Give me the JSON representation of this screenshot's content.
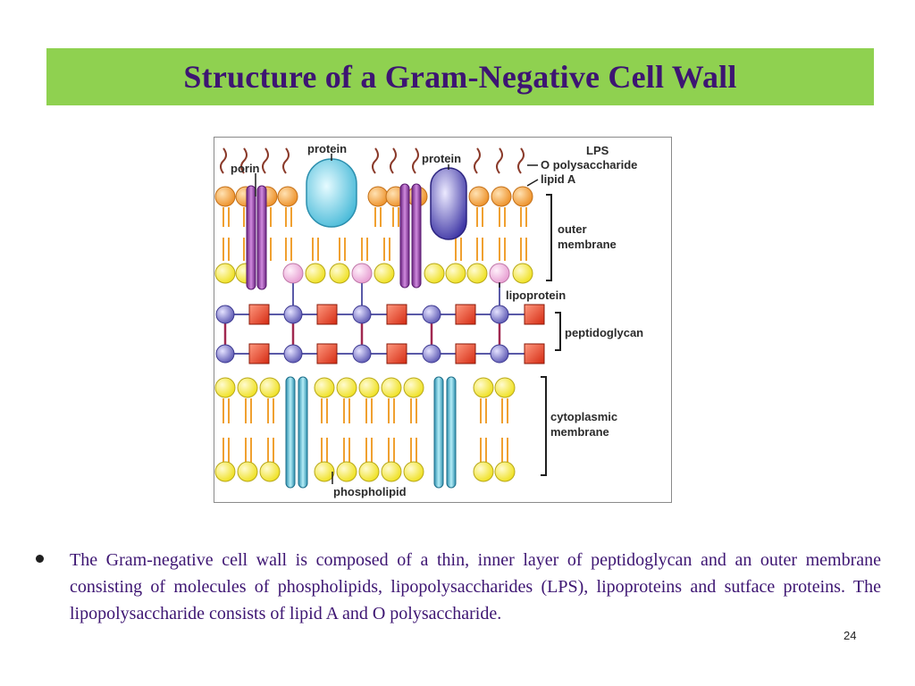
{
  "slide": {
    "title": "Structure of a Gram-Negative Cell Wall",
    "bullet": "The Gram-negative cell wall is composed of a thin, inner layer of peptidoglycan and an outer membrane consisting of molecules of phospholipids, lipopolysaccharides (LPS), lipoproteins and sutface proteins. The lipopolysaccharide consists of lipid A and O polysaccharide.",
    "page_number": "24"
  },
  "diagram": {
    "labels": {
      "porin": "porin",
      "protein_left": "protein",
      "protein_right": "protein",
      "lps": "LPS",
      "o_polysaccharide": "O polysaccharide",
      "lipid_a": "lipid A",
      "outer_membrane_1": "outer",
      "outer_membrane_2": "membrane",
      "lipoprotein": "lipoprotein",
      "peptidoglycan": "peptidoglycan",
      "cytoplasmic_membrane_1": "cytoplasmic",
      "cytoplasmic_membrane_2": "membrane",
      "phospholipid": "phospholipid"
    },
    "colors": {
      "title_bar": "#8fd150",
      "title_text": "#3d1572",
      "lps_head": "#f4a64a",
      "phospholipid_head": "#f4ea3c",
      "lipoprotein_head": "#f2b6e0",
      "peptidoglycan_circle": "#7c78c8",
      "peptidoglycan_square": "#e23a1d",
      "porin": "#9c3fa8",
      "protein_left": "#6ed3ea",
      "protein_right": "#5a4fb8",
      "channel": "#55c0d8",
      "tail": "#f0a030"
    }
  }
}
